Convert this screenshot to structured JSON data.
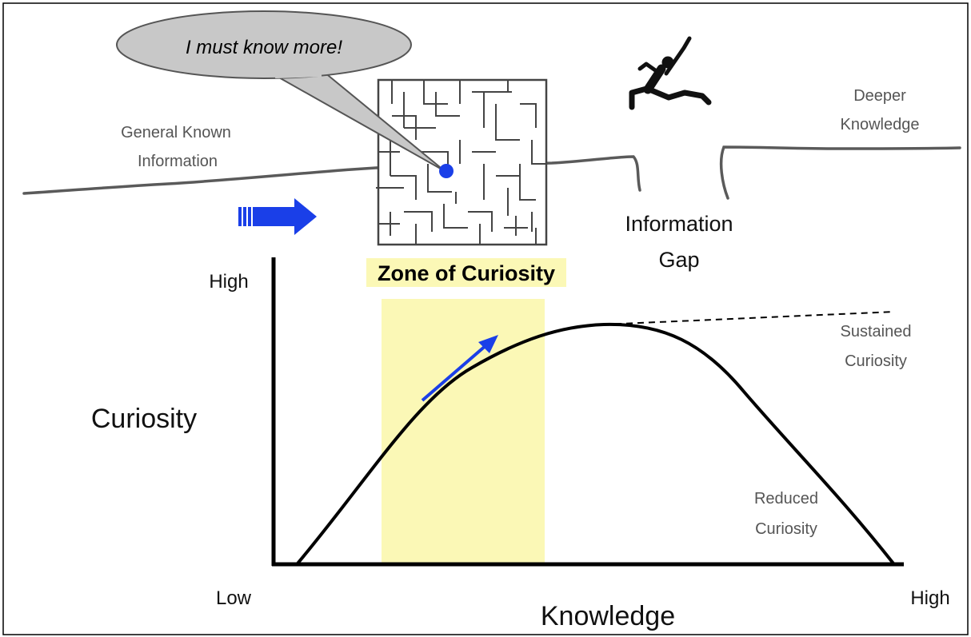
{
  "speech_bubble": {
    "text": "I must know more!"
  },
  "labels": {
    "general_known": [
      "General Known",
      "Information"
    ],
    "deeper_knowledge": [
      "Deeper",
      "Knowledge"
    ],
    "information_gap": [
      "Information",
      "Gap"
    ],
    "zone_of_curiosity": "Zone of Curiosity",
    "sustained_curiosity": [
      "Sustained",
      "Curiosity"
    ],
    "reduced_curiosity": [
      "Reduced",
      "Curiosity"
    ]
  },
  "chart_data": {
    "type": "line",
    "ylabel": "Curiosity",
    "xlabel": "Knowledge",
    "y_ticks": [
      "High"
    ],
    "x_ticks": [
      "Low",
      "High"
    ],
    "highlighted_region": "Zone of Curiosity",
    "series": [
      {
        "name": "Reduced Curiosity",
        "style": "solid",
        "shape": "inverted-U: rises from low knowledge to a peak then falls back to zero at high knowledge"
      },
      {
        "name": "Sustained Curiosity",
        "style": "dashed",
        "shape": "continues near peak level after the peak"
      }
    ]
  },
  "colors": {
    "highlight_yellow": "#fbf8b6",
    "arrow_blue": "#1a3fe8",
    "ground_line": "#5a5a5a",
    "bubble_fill": "#c8c8c8"
  }
}
